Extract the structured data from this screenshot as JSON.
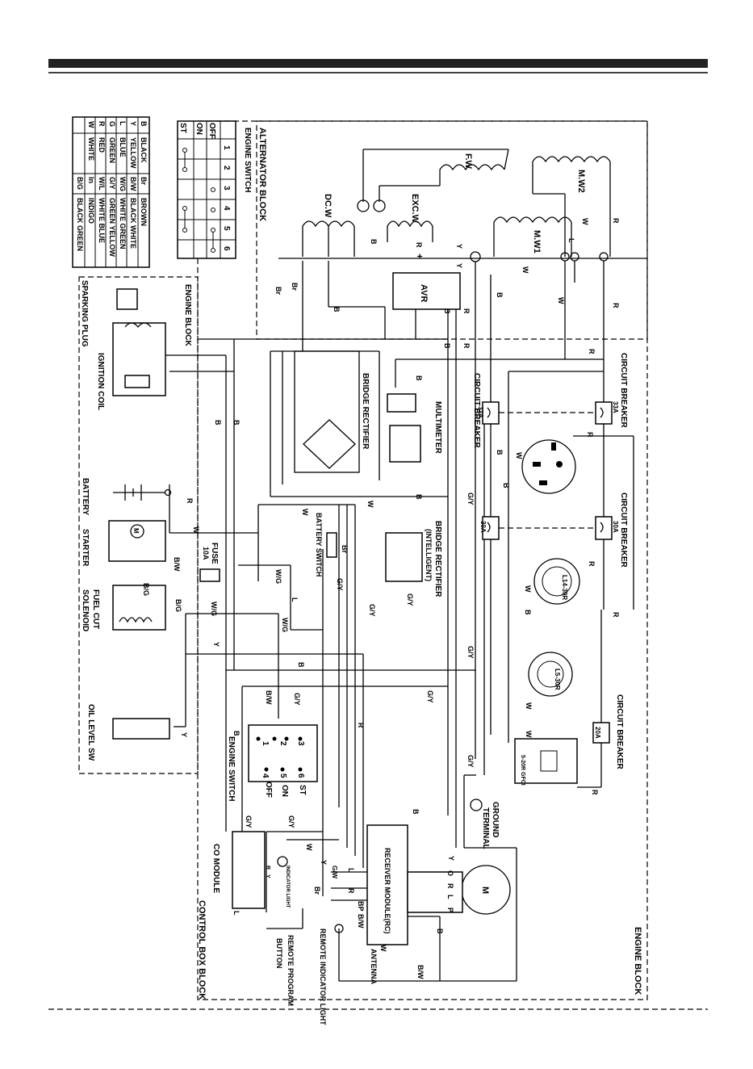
{
  "blocks": {
    "alternator": "ALTERNATOR BLOCK",
    "engine_switch_title": "ENGINE SWITCH",
    "engine_top": "ENGINE BLOCK",
    "engine_right": "ENGINE BLOCK",
    "control_box": "CONTROL BOX BLOCK"
  },
  "color_legend": [
    [
      "B",
      "BLACK",
      "Br",
      "BROWN"
    ],
    [
      "Y",
      "YELLOW",
      "B/W",
      "BLACK WHITE"
    ],
    [
      "L",
      "BLUE",
      "W/G",
      "WHITE GREEN"
    ],
    [
      "G",
      "GREEN",
      "G/Y",
      "GREEN YELLOW"
    ],
    [
      "R",
      "RED",
      "W/L",
      "WHITE BLUE"
    ],
    [
      "W",
      "WHITE",
      "In",
      "INDIGO"
    ],
    [
      "",
      "",
      "B/G",
      "BLACK GREEN"
    ]
  ],
  "switch_table": {
    "rows": [
      "OFF",
      "ON",
      "ST"
    ],
    "cols": [
      "1",
      "2",
      "3",
      "4",
      "5",
      "6"
    ]
  },
  "components": {
    "fw": "F.W",
    "mw2": "M.W2",
    "mw1": "M.W1",
    "dcw": "DC.W",
    "excw": "EXC.W",
    "avr": "AVR",
    "bridge_rect": "BRIDGE RECTIFIER",
    "multimeter": "MULTIMETER",
    "bridge_rect_intel": "BRIDGE RECTIFIER",
    "intelligent": "(INTELLIGENT)",
    "battery_switch": "BATTERY SWITCH",
    "cb1": "CIRCUIT BREAKER",
    "cb1_rating": "33A",
    "cb2": "CIRCUIT BREAKER",
    "cb2_rating": "33A",
    "cb3": "CIRCUIT BREAKER",
    "cb3_rating": "30A",
    "cb4_rating": "30A",
    "cb5": "CIRCUIT BREAKER",
    "cb5_rating": "20A",
    "l14": "L14-30R",
    "l5": "L5-30R",
    "gfci": "5-20R GFCI",
    "ground": "GROUND",
    "terminal": "TERMINAL",
    "receiver": "RECEIVER MODULE(RC)",
    "antenna": "ANTENNA",
    "remote_indicator": "REMOTE INDICATOR LIGHT",
    "remote_program": "REMOTE PROGRAM",
    "button": "BUTTON",
    "co_module": "CO MODULE",
    "indicator_light": "INDICATOR LIGHT",
    "motor": "M",
    "sparking_plug": "SPARKING PLUG",
    "ignition_coil": "IGNITION COIL",
    "battery": "BATTERY",
    "starter": "STARTER",
    "fuse": "FUSE",
    "fuse_rating": "10A",
    "fuel_cut": "FUEL CUT",
    "solenoid": "SOLENOID",
    "oil_level": "OIL LEVEL SW",
    "es_off": "OFF",
    "es_on": "ON",
    "es_st": "ST",
    "es_1": "1",
    "es_2": "2",
    "es_3": "3",
    "es_4": "4",
    "es_5": "5",
    "es_6": "6",
    "starter_m": "M"
  },
  "wire_labels": {
    "r": "R",
    "b": "B",
    "w": "W",
    "br": "Br",
    "y": "Y",
    "l": "L",
    "gy": "G/Y",
    "bw": "B/W",
    "wg": "W/G",
    "bg": "B/G",
    "o": "O",
    "p": "P",
    "bp": "BP",
    "gw": "G/W",
    "plus": "+"
  }
}
